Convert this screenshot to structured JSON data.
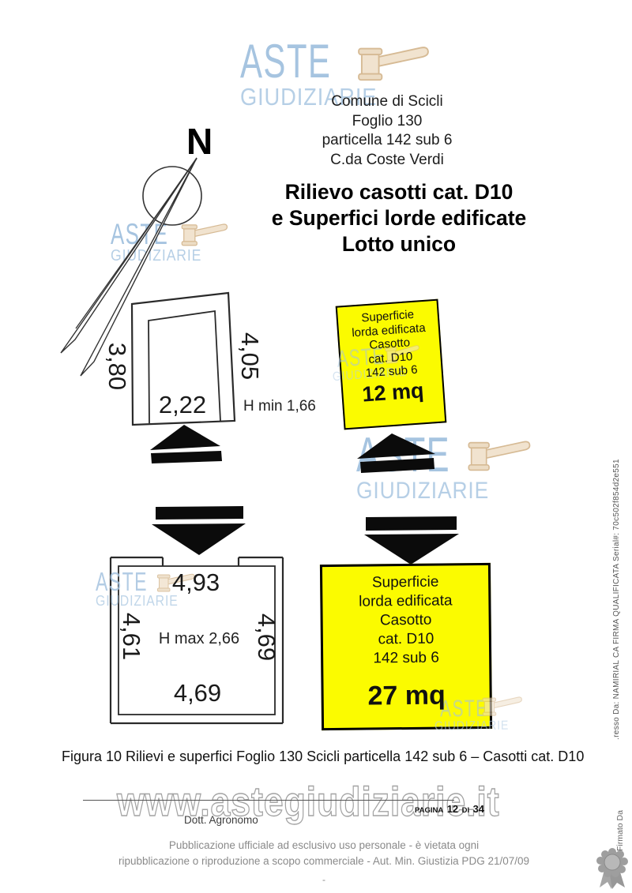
{
  "logo": {
    "aste": "ASTE",
    "giudiziarie": "GIUDIZIARIE"
  },
  "header": {
    "lines": [
      "Comune di Scicli",
      "Foglio 130",
      "particella 142 sub 6",
      "C.da Coste Verdi"
    ]
  },
  "title": {
    "lines": [
      "Rilievo casotti cat. D10",
      "e Superfici lorde edificate",
      "Lotto unico"
    ]
  },
  "compass": {
    "label": "N"
  },
  "plan_small": {
    "dim_left": "3,80",
    "dim_right": "4,05",
    "dim_width": "2,22",
    "height_note": "H min 1,66"
  },
  "surface_small": {
    "lines": [
      "Superficie",
      "lorda edificata",
      "Casotto",
      "cat. D10",
      "142 sub 6"
    ],
    "area": "12 mq"
  },
  "plan_large": {
    "dim_top": "4,93",
    "dim_left": "4,61",
    "dim_right": "4,69",
    "dim_bottom": "4,69",
    "height_note": "H max 2,66"
  },
  "surface_large": {
    "lines": [
      "Superficie",
      "lorda edificata",
      "Casotto",
      "cat. D10",
      "142 sub 6"
    ],
    "area": "27 mq"
  },
  "caption": "Figura 10 Rilievi e superfici Foglio 130 Scicli particella 142 sub 6 – Casotti cat. D10",
  "footer": {
    "site_watermark": "www.astegiudiziarie.it",
    "pagina_label": "PAGINA",
    "page_current": "12",
    "di_label": "DI",
    "page_total": "34",
    "author": "Dott. Agronomo",
    "disclaimer_line1": "Pubblicazione ufficiale ad esclusivo uso personale - è vietata ogni",
    "disclaimer_line2": "ripubblicazione o riproduzione a scopo commerciale - Aut. Min. Giustizia PDG 21/07/09",
    "dash": "-"
  },
  "signature": {
    "stamp_info": ".resso Da: NAMIRIAL CA FIRMA QUALIFICATA Serial#: 70c502f854d2e551",
    "signed_by": "Firmato Da"
  },
  "colors": {
    "highlight_yellow": "#fbfb00",
    "watermark_blue": "#a6c4e2",
    "gavel_tan": "#f1e3cf"
  }
}
